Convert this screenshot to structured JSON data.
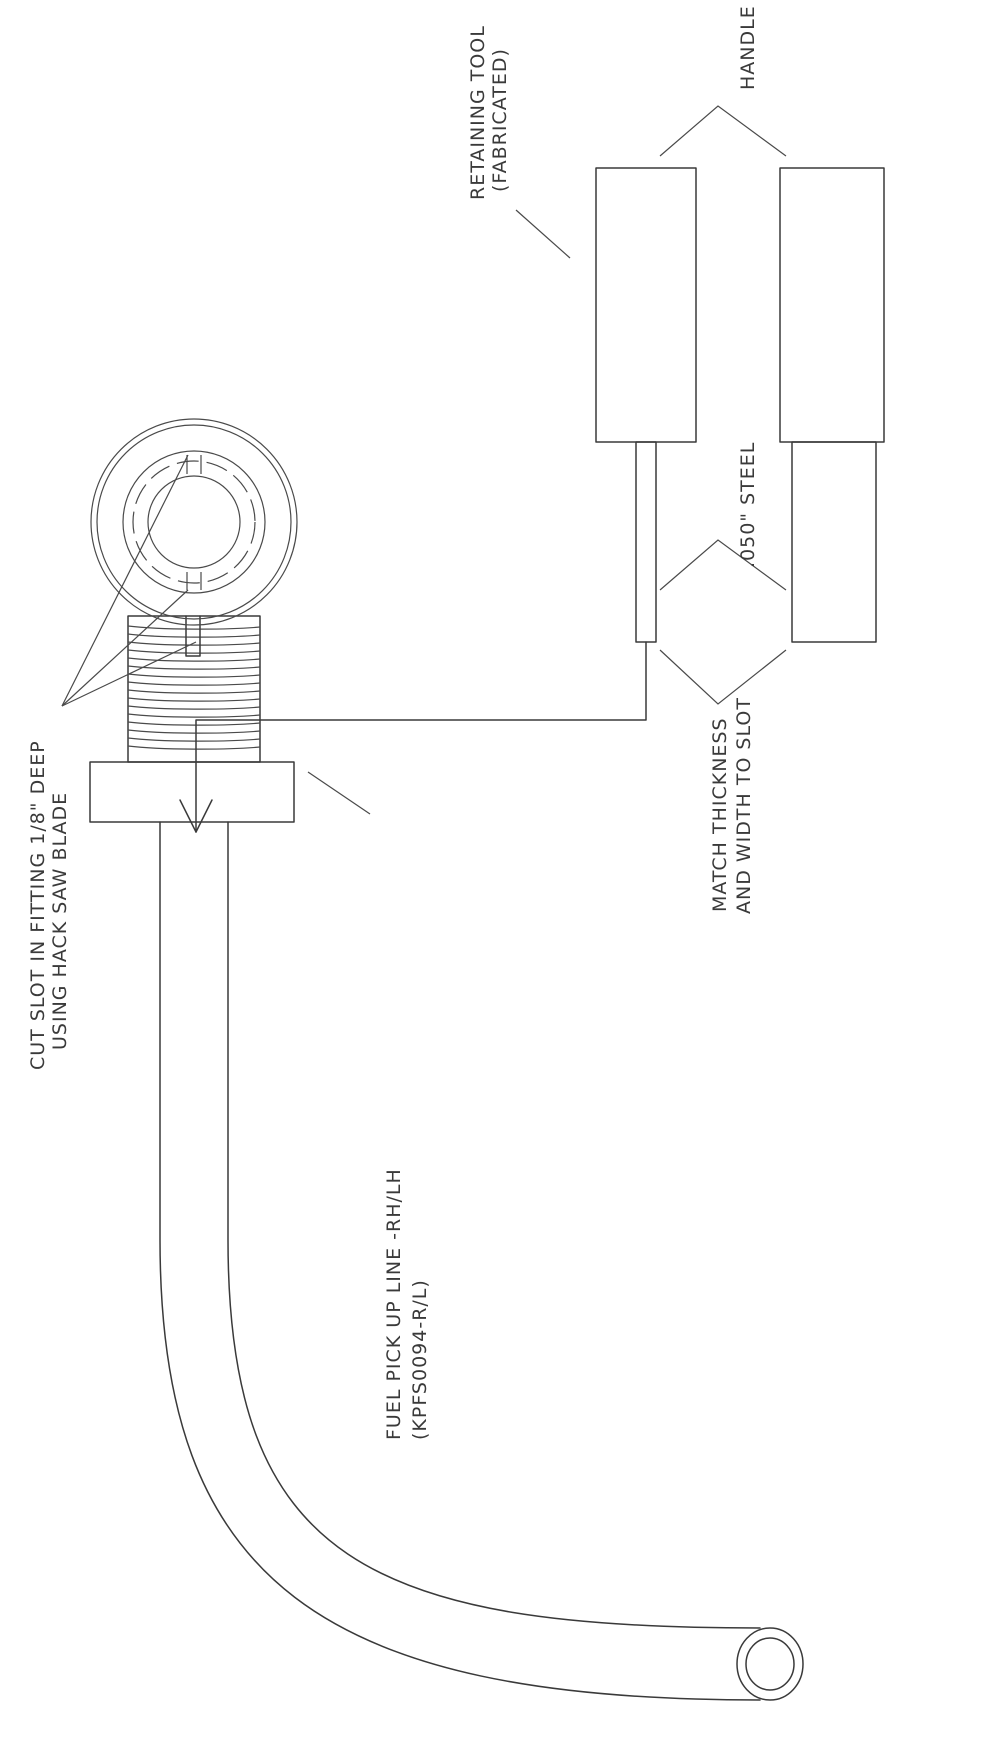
{
  "labels": {
    "cut_slot_line1": "CUT SLOT IN FITTING 1/8\" DEEP",
    "cut_slot_line2": "USING HACK SAW BLADE",
    "fuel_line_line1": "FUEL PICK UP LINE -RH/LH",
    "fuel_line_line2": "(KPFS0094-R/L)",
    "retaining_line1": "RETAINING TOOL",
    "retaining_line2": "(FABRICATED)",
    "handle": "HANDLE",
    "steel": ".050\" STEEL",
    "match_line1": "MATCH THICKNESS",
    "match_line2": "AND WIDTH TO SLOT"
  }
}
